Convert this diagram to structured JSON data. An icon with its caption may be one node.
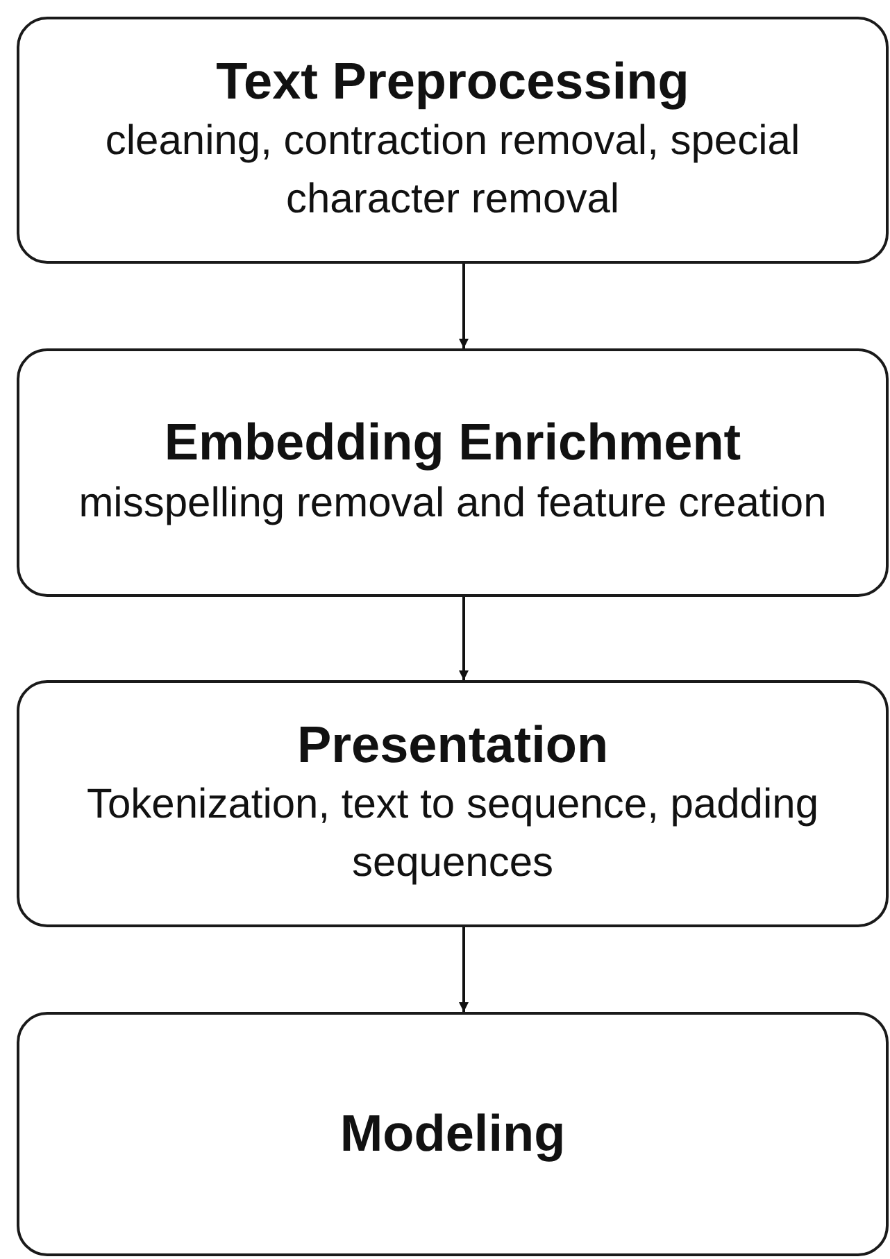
{
  "diagram": {
    "nodes": [
      {
        "text": [
          "Text Preprocessing",
          "cleaning, contraction removal, special character removal"
        ]
      },
      {
        "text": [
          "Embedding Enrichment",
          "misspelling removal and feature creation"
        ]
      },
      {
        "text": [
          "Presentation",
          "Tokenization, text to sequence, padding sequences"
        ]
      },
      {
        "text": [
          "Modeling"
        ]
      }
    ],
    "edges": [
      {
        "from": 0,
        "to": 1,
        "arrow": "to"
      },
      {
        "from": 1,
        "to": 2,
        "arrow": "to"
      },
      {
        "from": 2,
        "to": 3,
        "arrow": "to"
      }
    ]
  }
}
